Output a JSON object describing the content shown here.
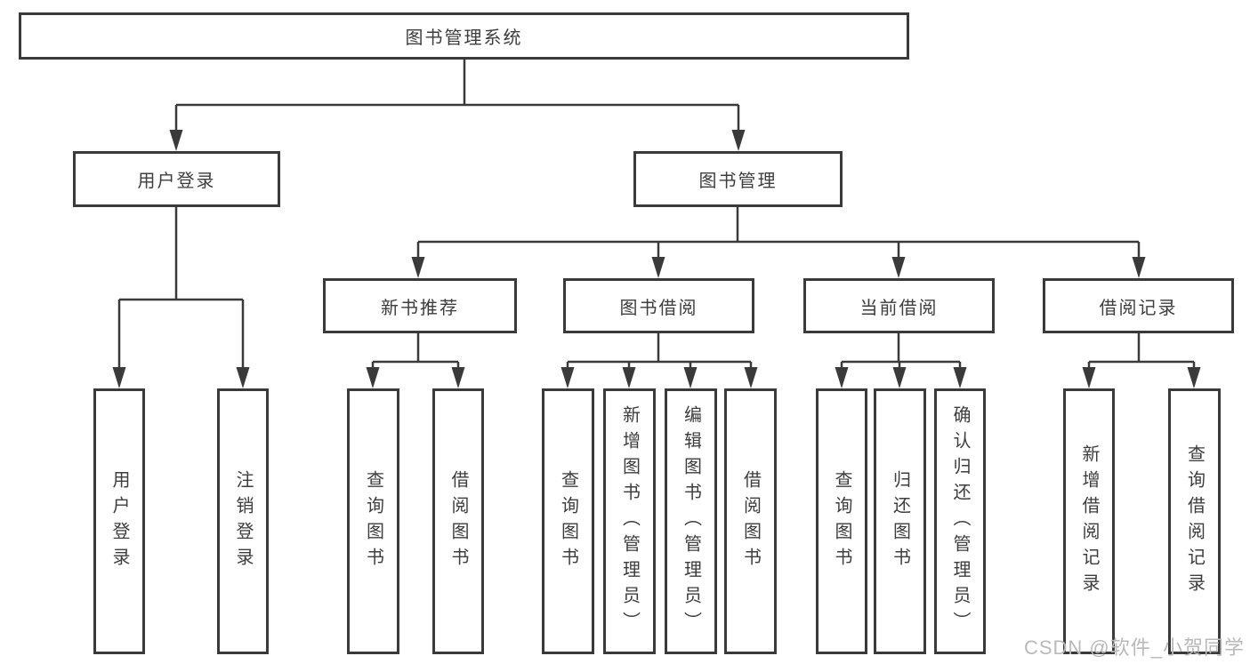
{
  "colors": {
    "line": "#3a3a3a",
    "text": "#3d3d3d",
    "background": "#ffffff",
    "watermark": "#b9b9b9"
  },
  "watermark": "CSDN @软件_小贺同学",
  "tree": {
    "root": {
      "label": "图书管理系统"
    },
    "branches": [
      {
        "label": "用户登录",
        "children": [
          "用户登录",
          "注销登录"
        ]
      },
      {
        "label": "图书管理",
        "sections": [
          {
            "label": "新书推荐",
            "children": [
              "查询图书",
              "借阅图书"
            ]
          },
          {
            "label": "图书借阅",
            "children": [
              "查询图书",
              "新增图书（管理员）",
              "编辑图书（管理员）",
              "借阅图书"
            ]
          },
          {
            "label": "当前借阅",
            "children": [
              "查询图书",
              "归还图书",
              "确认归还（管理员）"
            ]
          },
          {
            "label": "借阅记录",
            "children": [
              "新增借阅记录",
              "查询借阅记录"
            ]
          }
        ]
      }
    ]
  }
}
